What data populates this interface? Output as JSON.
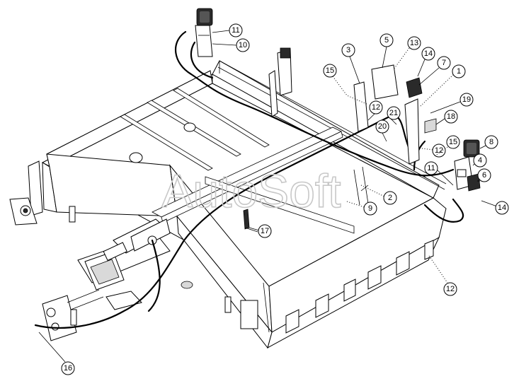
{
  "watermark": "AutoSoft",
  "callouts": [
    {
      "n": "1"
    },
    {
      "n": "2"
    },
    {
      "n": "3"
    },
    {
      "n": "4"
    },
    {
      "n": "5"
    },
    {
      "n": "6"
    },
    {
      "n": "7"
    },
    {
      "n": "8"
    },
    {
      "n": "9"
    },
    {
      "n": "10"
    },
    {
      "n": "11"
    },
    {
      "n": "11"
    },
    {
      "n": "12"
    },
    {
      "n": "12"
    },
    {
      "n": "12"
    },
    {
      "n": "13"
    },
    {
      "n": "14"
    },
    {
      "n": "14"
    },
    {
      "n": "15"
    },
    {
      "n": "15"
    },
    {
      "n": "16"
    },
    {
      "n": "17"
    },
    {
      "n": "18"
    },
    {
      "n": "19"
    },
    {
      "n": "20"
    },
    {
      "n": "21"
    }
  ]
}
